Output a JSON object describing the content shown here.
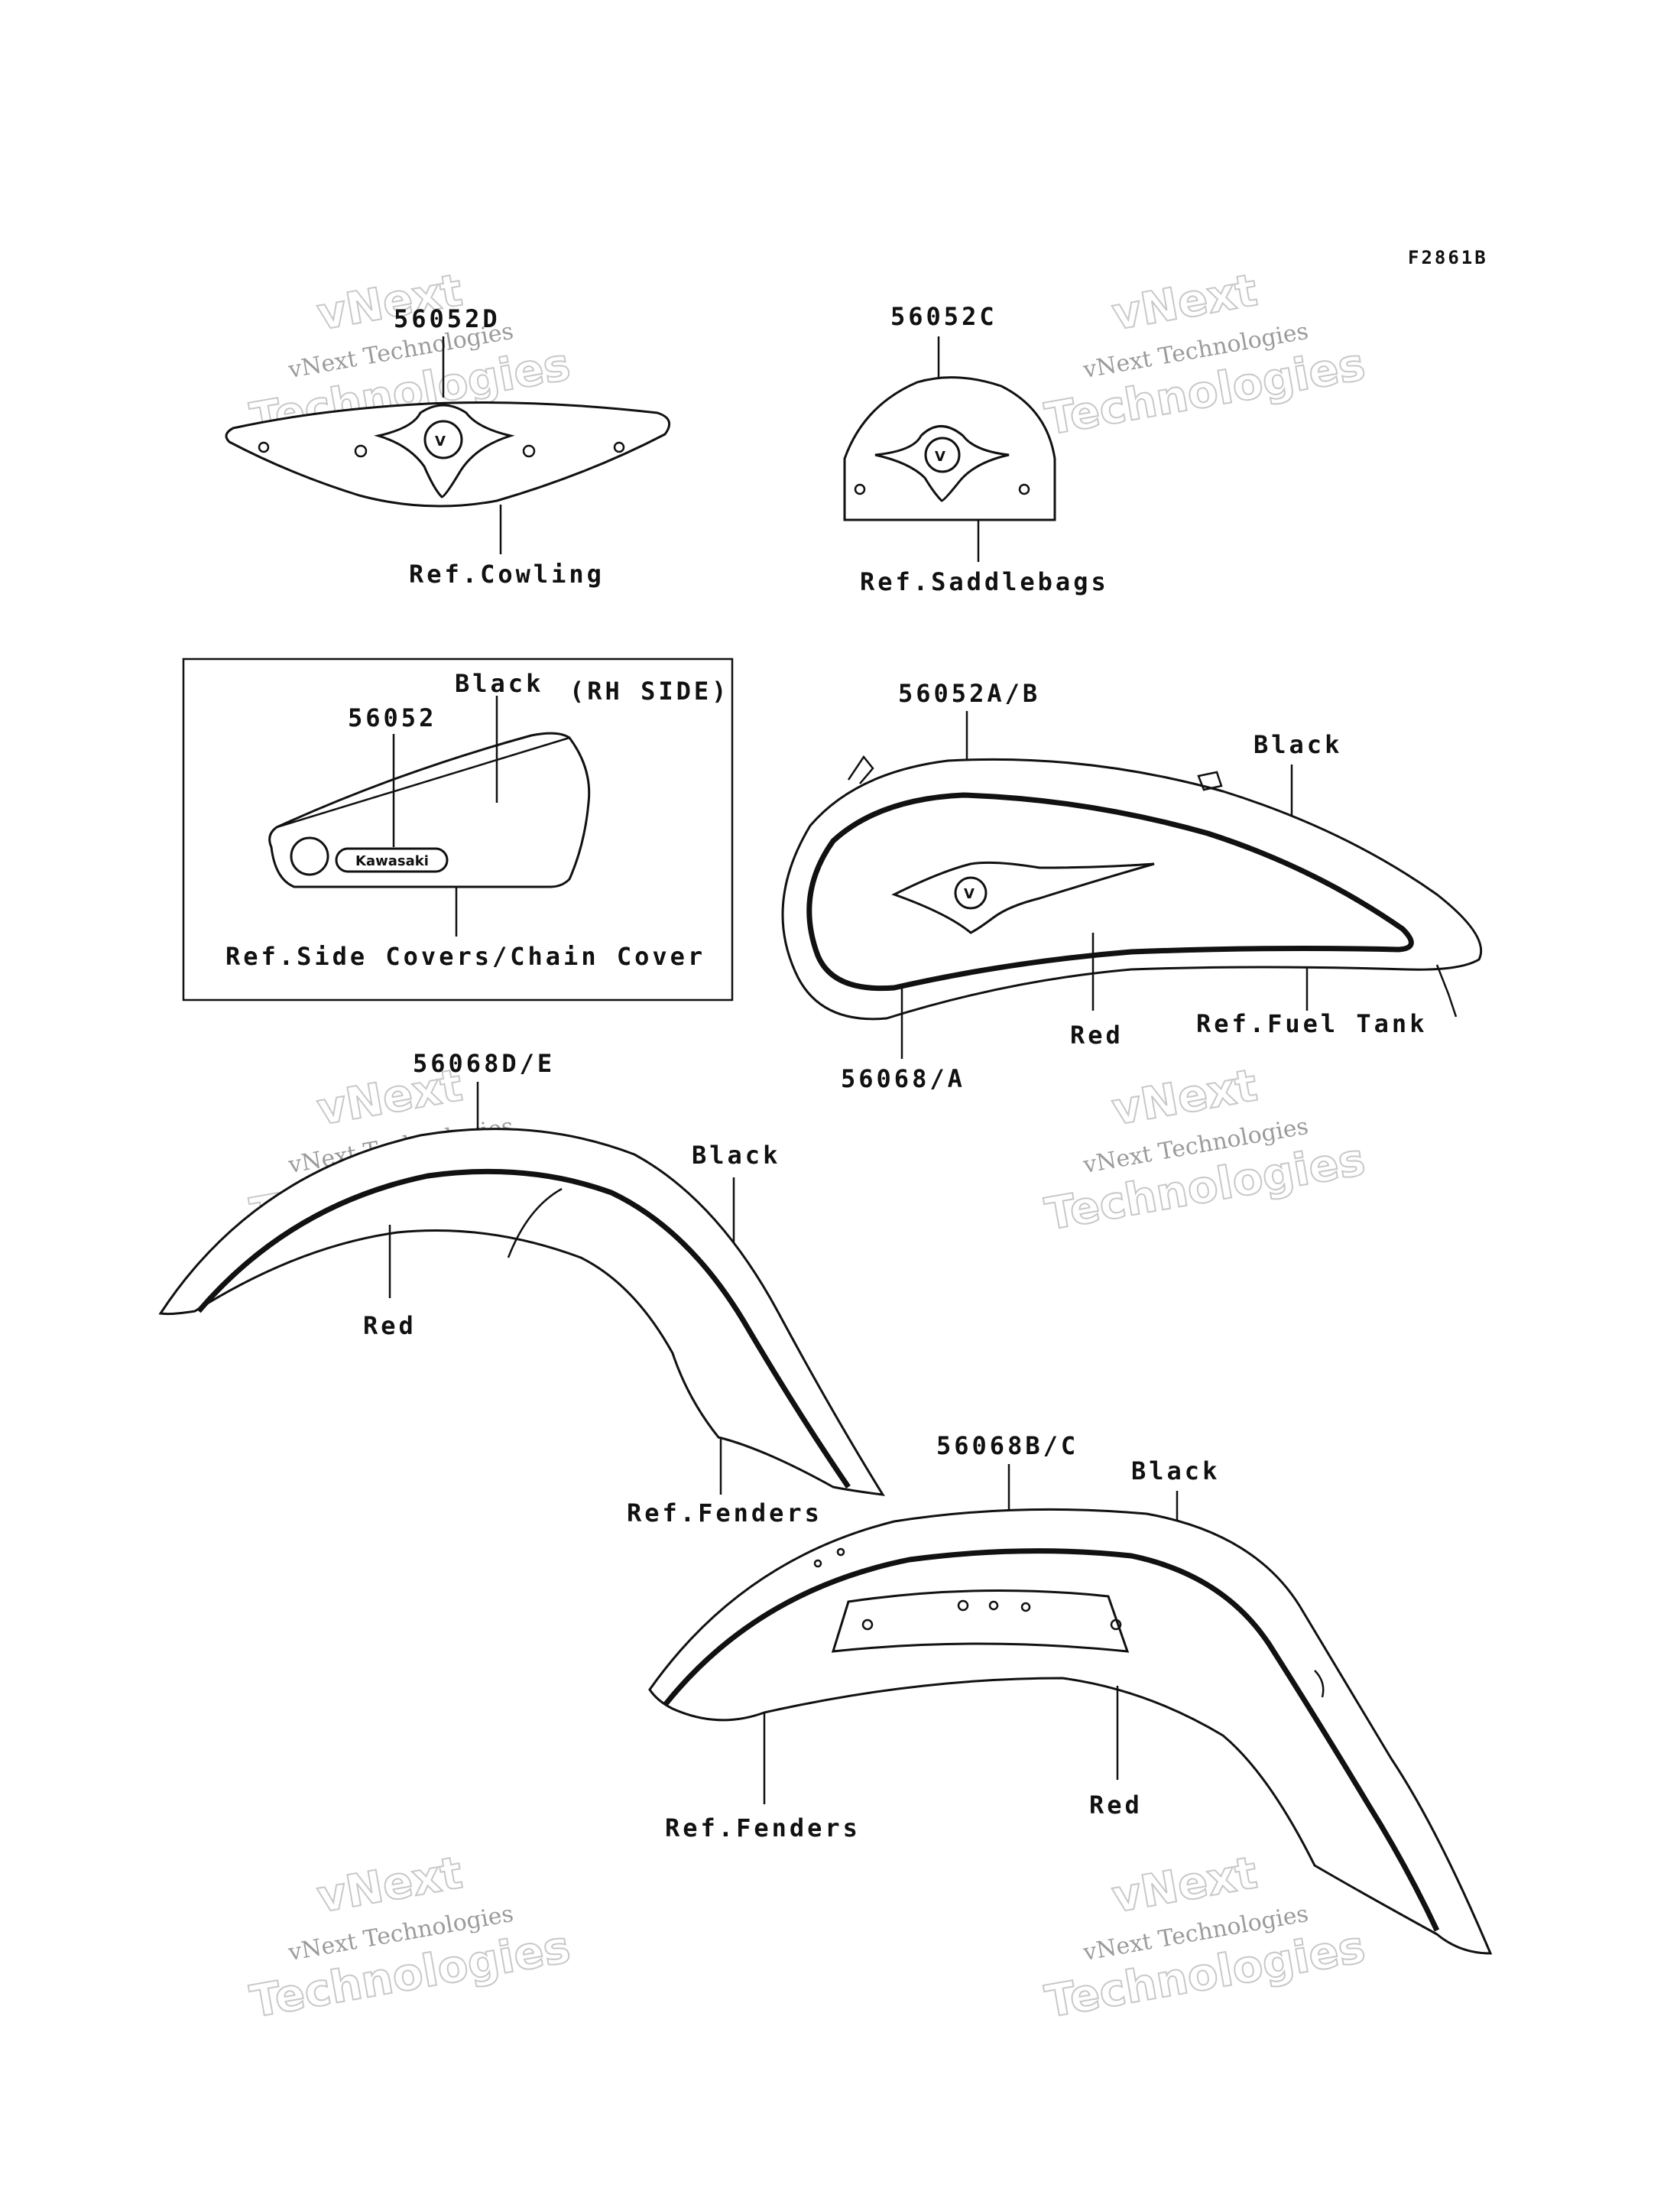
{
  "figure_code": "F2861B",
  "watermark": {
    "line1": "vNext Technologies",
    "line2": "vNext",
    "line3": "Technologies"
  },
  "parts": {
    "cowling": {
      "part_no": "56052D",
      "ref": "Ref.Cowling"
    },
    "saddlebags": {
      "part_no": "56052C",
      "ref": "Ref.Saddlebags"
    },
    "side_cover": {
      "part_no": "56052",
      "color": "Black",
      "side": "(RH SIDE)",
      "ref": "Ref.Side Covers/Chain Cover",
      "badge_text": "Kawasaki"
    },
    "fuel_tank": {
      "part_no": "56052A/B",
      "color_top": "Black",
      "color_inner": "Red",
      "stripe_no": "56068/A",
      "ref": "Ref.Fuel Tank"
    },
    "front_fender": {
      "part_no": "56068D/E",
      "color_top": "Black",
      "color_inner": "Red",
      "ref": "Ref.Fenders"
    },
    "rear_fender": {
      "part_no": "56068B/C",
      "color_top": "Black",
      "color_inner": "Red",
      "ref": "Ref.Fenders"
    }
  }
}
